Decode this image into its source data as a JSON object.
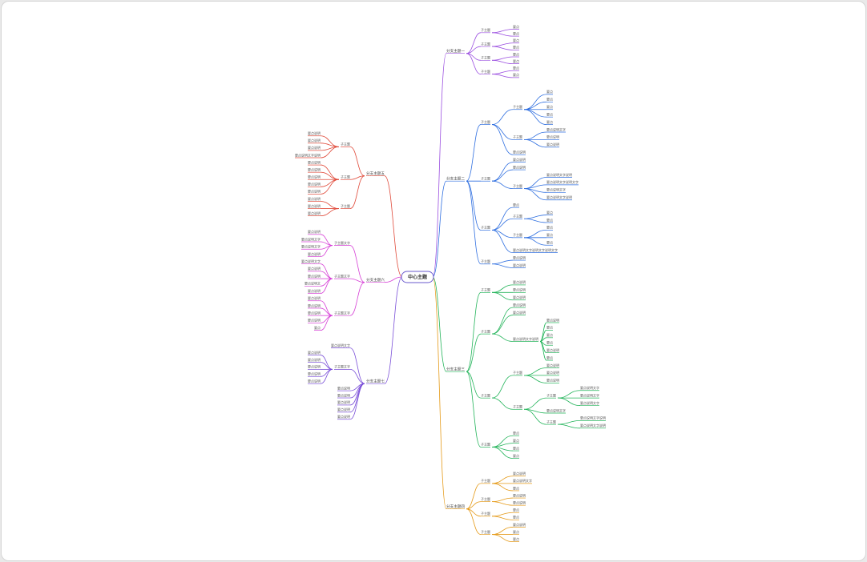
{
  "root": {
    "label": "中心主题"
  },
  "colors": {
    "purple": "#9b4fe0",
    "blue": "#2f6fe0",
    "green": "#23b45a",
    "orange": "#e59a18",
    "red": "#e04a3a",
    "magenta": "#d63fd6",
    "violet": "#7a4fd8"
  },
  "branches": [
    {
      "label": "分支主题一",
      "color": "purple",
      "children": [
        {
          "label": "子主题",
          "children": [
            {
              "label": "要点"
            },
            {
              "label": "要点"
            }
          ]
        },
        {
          "label": "子主题",
          "children": [
            {
              "label": "要点"
            },
            {
              "label": "要点"
            }
          ]
        },
        {
          "label": "子主题",
          "children": [
            {
              "label": "要点"
            },
            {
              "label": "要点"
            }
          ]
        },
        {
          "label": "子主题",
          "children": [
            {
              "label": "要点"
            },
            {
              "label": "要点"
            }
          ]
        }
      ]
    },
    {
      "label": "分支主题二",
      "color": "blue",
      "children": [
        {
          "label": "子主题",
          "children": [
            {
              "label": "子主题",
              "children": [
                {
                  "label": "要点"
                },
                {
                  "label": "要点"
                },
                {
                  "label": "要点"
                },
                {
                  "label": "要点"
                },
                {
                  "label": "要点"
                }
              ]
            },
            {
              "label": "子主题",
              "children": [
                {
                  "label": "要点说明文字"
                },
                {
                  "label": "要点说明"
                },
                {
                  "label": "要点说明"
                }
              ]
            },
            {
              "label": "要点说明"
            }
          ]
        },
        {
          "label": "子主题",
          "children": [
            {
              "label": "要点说明"
            },
            {
              "label": "要点说明"
            },
            {
              "label": "子主题",
              "children": [
                {
                  "label": "要点说明文字说明"
                },
                {
                  "label": "要点说明文字说明文字"
                },
                {
                  "label": "要点说明文字"
                },
                {
                  "label": "要点说明文字说明"
                }
              ]
            }
          ]
        },
        {
          "label": "子主题",
          "children": [
            {
              "label": "要点"
            },
            {
              "label": "子主题",
              "children": [
                {
                  "label": "要点"
                },
                {
                  "label": "要点"
                }
              ]
            },
            {
              "label": "子主题",
              "children": [
                {
                  "label": "要点"
                },
                {
                  "label": "要点"
                },
                {
                  "label": "要点"
                }
              ]
            },
            {
              "label": "要点说明文字说明文字说明文字"
            }
          ]
        },
        {
          "label": "子主题",
          "children": [
            {
              "label": "要点说明"
            },
            {
              "label": "要点说明"
            }
          ]
        }
      ]
    },
    {
      "label": "分支主题三",
      "color": "green",
      "children": [
        {
          "label": "子主题",
          "children": [
            {
              "label": "要点说明"
            },
            {
              "label": "要点说明"
            },
            {
              "label": "要点说明"
            }
          ]
        },
        {
          "label": "子主题",
          "children": [
            {
              "label": "要点说明"
            },
            {
              "label": "要点说明"
            },
            {
              "label": "要点说明文字说明",
              "children": [
                {
                  "label": "要点说明"
                },
                {
                  "label": "要点"
                },
                {
                  "label": "要点"
                },
                {
                  "label": "要点"
                },
                {
                  "label": "要点说明"
                },
                {
                  "label": "要点"
                }
              ]
            }
          ]
        },
        {
          "label": "子主题",
          "children": [
            {
              "label": "子主题",
              "children": [
                {
                  "label": "要点说明"
                },
                {
                  "label": "要点说明"
                },
                {
                  "label": "要点说明"
                }
              ]
            },
            {
              "label": "子主题",
              "children": [
                {
                  "label": "子主题",
                  "children": [
                    {
                      "label": "要点说明文字"
                    },
                    {
                      "label": "要点说明文字"
                    },
                    {
                      "label": "要点说明文字"
                    }
                  ]
                },
                {
                  "label": "要点说明文字"
                },
                {
                  "label": "子主题",
                  "children": [
                    {
                      "label": "要点说明文字说明"
                    },
                    {
                      "label": "要点说明文字说明"
                    }
                  ]
                }
              ]
            }
          ]
        },
        {
          "label": "子主题",
          "children": [
            {
              "label": "要点"
            },
            {
              "label": "要点"
            },
            {
              "label": "要点"
            },
            {
              "label": "要点"
            }
          ]
        }
      ]
    },
    {
      "label": "分支主题四",
      "color": "orange",
      "children": [
        {
          "label": "子主题",
          "children": [
            {
              "label": "要点说明"
            },
            {
              "label": "要点说明文字"
            },
            {
              "label": "要点"
            }
          ]
        },
        {
          "label": "子主题",
          "children": [
            {
              "label": "要点说明"
            },
            {
              "label": "要点说明"
            }
          ]
        },
        {
          "label": "子主题",
          "children": [
            {
              "label": "要点"
            },
            {
              "label": "要点"
            }
          ]
        },
        {
          "label": "子主题",
          "children": [
            {
              "label": "要点说明"
            },
            {
              "label": "要点"
            },
            {
              "label": "要点"
            }
          ]
        }
      ]
    },
    {
      "label": "分支主题五",
      "color": "red",
      "children": [
        {
          "label": "子主题",
          "children": [
            {
              "label": "要点说明"
            },
            {
              "label": "要点说明"
            },
            {
              "label": "要点说明"
            },
            {
              "label": "要点说明文字说明"
            }
          ]
        },
        {
          "label": "子主题",
          "children": [
            {
              "label": "要点说明"
            },
            {
              "label": "要点说明"
            },
            {
              "label": "要点说明"
            },
            {
              "label": "要点说明"
            },
            {
              "label": "要点说明"
            }
          ]
        },
        {
          "label": "子主题",
          "children": [
            {
              "label": "要点说明"
            },
            {
              "label": "要点说明"
            },
            {
              "label": "要点说明"
            }
          ]
        }
      ]
    },
    {
      "label": "分支主题六",
      "color": "magenta",
      "children": [
        {
          "label": "子主题文字",
          "children": [
            {
              "label": "要点说明"
            },
            {
              "label": "要点说明文字"
            },
            {
              "label": "要点说明文字"
            },
            {
              "label": "要点说明"
            }
          ]
        },
        {
          "label": "子主题文字",
          "children": [
            {
              "label": "要点说明文字"
            },
            {
              "label": "要点说明"
            },
            {
              "label": "要点说明"
            },
            {
              "label": "要点说明文"
            },
            {
              "label": "要点说明"
            }
          ]
        },
        {
          "label": "子主题文字",
          "children": [
            {
              "label": "要点说明"
            },
            {
              "label": "要点说明"
            },
            {
              "label": "要点说明"
            },
            {
              "label": "要点说明"
            },
            {
              "label": "要点"
            }
          ]
        }
      ]
    },
    {
      "label": "分支主题七",
      "color": "violet",
      "children": [
        {
          "label": "要点说明文字"
        },
        {
          "label": "子主题文字",
          "children": [
            {
              "label": "要点说明"
            },
            {
              "label": "要点说明"
            },
            {
              "label": "要点说明"
            },
            {
              "label": "要点说明"
            },
            {
              "label": "要点说明"
            }
          ]
        },
        {
          "label": "要点说明"
        },
        {
          "label": "要点说明"
        },
        {
          "label": "要点说明"
        },
        {
          "label": "要点说明"
        },
        {
          "label": "要点说明"
        }
      ]
    }
  ]
}
